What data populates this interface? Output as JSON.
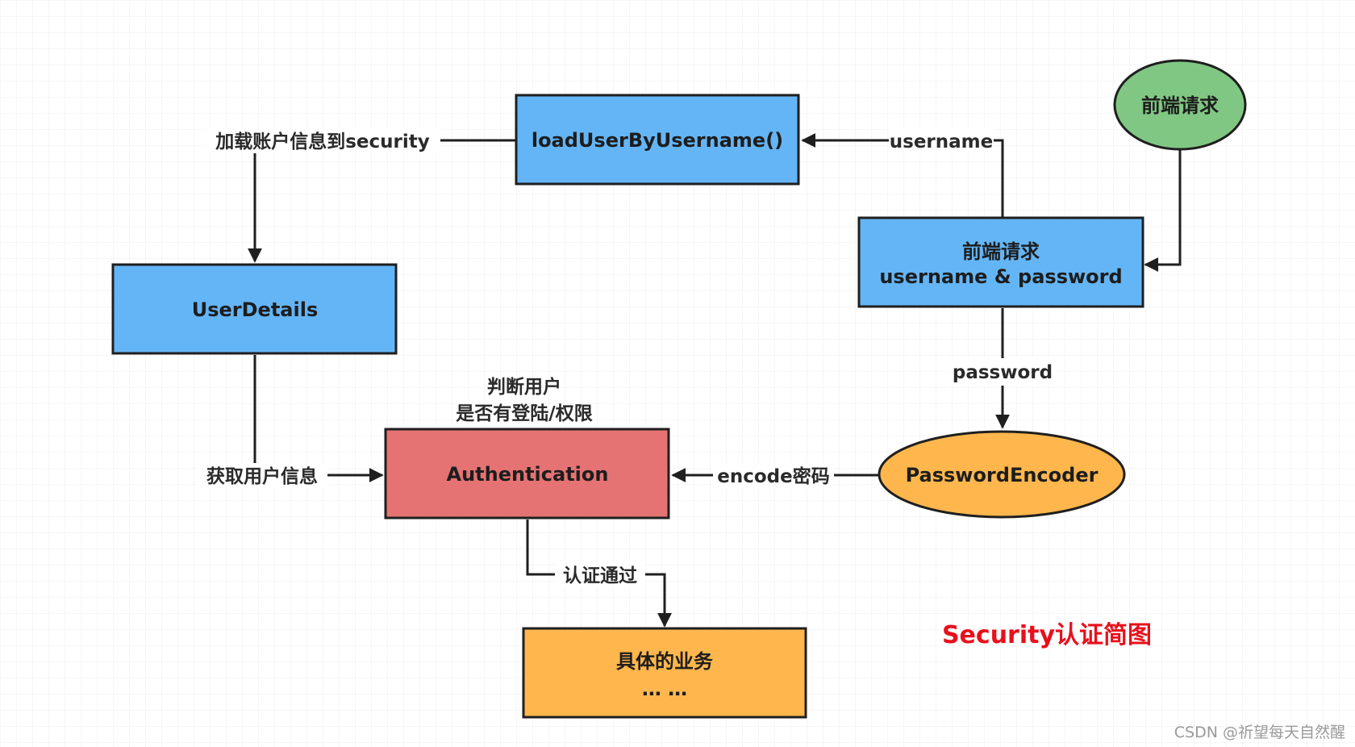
{
  "colors": {
    "blue_box": "#64b5f6",
    "red_box": "#e57373",
    "orange_box": "#ffb74d",
    "green_ellipse": "#81c784",
    "orange_ellipse": "#ffb74d",
    "caption": "#e8101b",
    "grid": "#e6e6e6"
  },
  "nodes": {
    "load_user": {
      "text": "loadUserByUsername()"
    },
    "frontend_circle": {
      "text": "前端请求"
    },
    "frontend_box": {
      "line1": "前端请求",
      "line2": "username & password"
    },
    "user_details": {
      "text": "UserDetails"
    },
    "authentication": {
      "text": "Authentication"
    },
    "password_encoder": {
      "text": "PasswordEncoder"
    },
    "business": {
      "line1": "具体的业务",
      "line2": "… …"
    }
  },
  "edge_labels": {
    "load_to_security": "加载账户信息到security",
    "username": "username",
    "password": "password",
    "get_user_info": "获取用户信息",
    "encode": "encode密码",
    "auth_pass": "认证通过"
  },
  "annotations": {
    "auth_note_line1": "判断用户",
    "auth_note_line2": "是否有登陆/权限"
  },
  "caption": "Security认证简图",
  "watermark": "CSDN @祈望每天自然醒"
}
